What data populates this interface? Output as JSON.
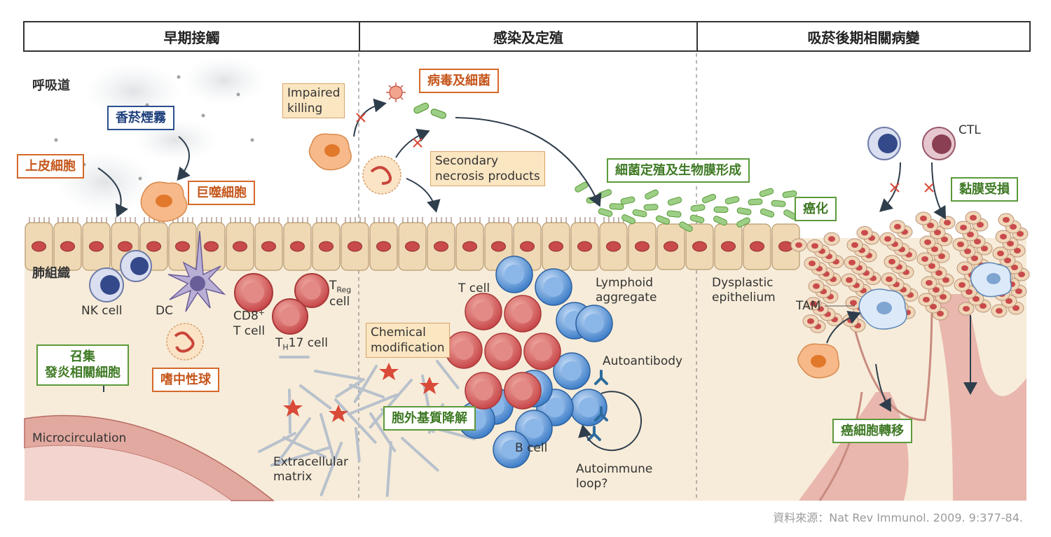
{
  "headers": [
    "早期接觸",
    "感染及定殖",
    "吸菸後期相關病變"
  ],
  "region_labels": {
    "airway": "呼吸道",
    "lung_tissue": "肺組織"
  },
  "boxes": {
    "cigarette_smoke": "香菸煙霧",
    "epithelial_cells": "上皮細胞",
    "macrophage": "巨噬細胞",
    "recruit_line1": "召集",
    "recruit_line2": "發炎相關細胞",
    "neutrophil": "嗜中性球",
    "virus_bacteria": "病毒及細菌",
    "colonization_biofilm": "細菌定殖及生物膜形成",
    "ecm_degradation": "胞外基質降解",
    "carcinogenesis": "癌化",
    "mucosal_damage": "黏膜受損",
    "metastasis": "癌細胞轉移"
  },
  "notes": {
    "impaired_line1": "Impaired",
    "impaired_line2": "killing",
    "secondary_line1": "Secondary",
    "secondary_line2": "necrosis products",
    "chemical_line1": "Chemical",
    "chemical_line2": "modification"
  },
  "labels": {
    "nk_cell": "NK cell",
    "dc": "DC",
    "cd8": "CD8",
    "cd8_sup": "+",
    "t_cell_word": "T cell",
    "treg_t": "T",
    "treg_sub": "Reg",
    "treg_cell": "cell",
    "th17_t": "T",
    "th17_sub": "H",
    "th17_rest": "17 cell",
    "microcirculation": "Microcirculation",
    "extracellular_line1": "Extracellular",
    "extracellular_line2": "matrix",
    "t_cell": "T cell",
    "b_cell": "B cell",
    "lymphoid_line1": "Lymphoid",
    "lymphoid_line2": "aggregate",
    "autoantibody": "Autoantibody",
    "autoimmune_line1": "Autoimmune",
    "autoimmune_line2": "loop?",
    "dysplastic_line1": "Dysplastic",
    "dysplastic_line2": "epithelium",
    "tam": "TAM",
    "ctl": "CTL"
  },
  "source": "資料來源：Nat Rev Immunol. 2009. 9:377-84.",
  "colors": {
    "orange_box": "#d5692a",
    "blue_box": "#2b4f8f",
    "green_box": "#5b9a3a",
    "epithelium": "#efd9b4",
    "nucleus": "#c94a4a",
    "t_cell": "#d96a6a",
    "b_cell": "#5b95d6",
    "vessel": "#e2a9a0"
  }
}
